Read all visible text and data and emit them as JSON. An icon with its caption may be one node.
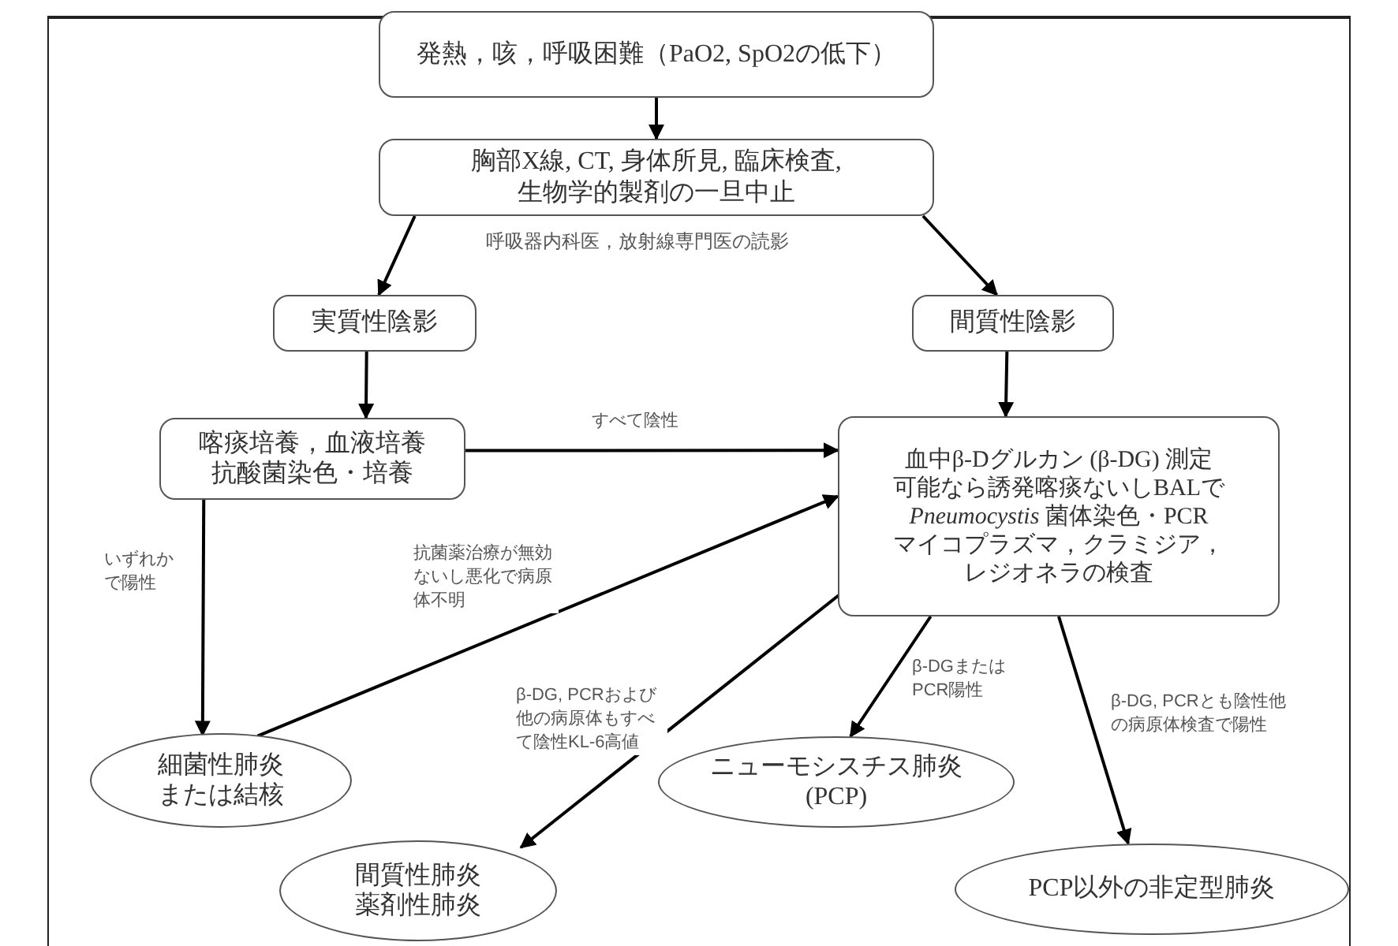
{
  "diagram": {
    "nodes": [
      {
        "text": [
          "発熱，咳，呼吸困難（PaO2, SpO2の低下）"
        ]
      },
      {
        "text": [
          "胸部X線, CT, 身体所見, 臨床検査, 生物学的製剤の一旦中止"
        ]
      },
      {
        "text": [
          "実質性陰影"
        ]
      },
      {
        "text": [
          "間質性陰影"
        ]
      },
      {
        "text": [
          "喀痰培養，血液培養抗酸菌染色・培養"
        ]
      },
      {
        "text": [
          "血中β-Dグルカン (β-DG) 測定",
          "可能なら誘発喀痰ないしBALで",
          "*Pneumocystis* 菌体染色・PCR",
          "マイコプラズマ，クラミジア，レジオネラの検査"
        ]
      },
      {
        "text": [
          "細菌性肺炎または結核"
        ]
      },
      {
        "text": [
          "間質性肺炎薬剤性肺炎"
        ]
      },
      {
        "text": [
          "ニューモシスチス肺炎 (PCP)"
        ]
      },
      {
        "text": [
          "PCP以外の非定型肺炎"
        ]
      }
    ],
    "edges": [
      {
        "from": 0,
        "to": 1,
        "arrow": "to"
      },
      {
        "from": 1,
        "to": 2,
        "arrow": "to"
      },
      {
        "from": 1,
        "to": 3,
        "arrow": "to"
      },
      {
        "from": 2,
        "to": 4,
        "arrow": "to"
      },
      {
        "from": 3,
        "to": 5,
        "arrow": "to"
      },
      {
        "from": 4,
        "to": 5,
        "arrow": "to",
        "label": "すべて陰性"
      },
      {
        "from": 4,
        "to": 6,
        "arrow": "to",
        "label": "いずれかで陽性"
      },
      {
        "from": 6,
        "to": 5,
        "arrow": "to",
        "label": "抗菌薬治療が無効ないし悪化で病原体不明"
      },
      {
        "from": 5,
        "to": 7,
        "arrow": "to",
        "label": "β-DG, PCRおよび他の病原体もすべて陰性KL-6高値"
      },
      {
        "from": 5,
        "to": 8,
        "arrow": "to",
        "label": "β-DGまたはPCR陽性"
      },
      {
        "from": 5,
        "to": 9,
        "arrow": "to",
        "label": "β-DG, PCRとも陰性他の病原体検査で陽性"
      }
    ],
    "labels": [
      "呼吸器内科医，放射線専門医の読影"
    ]
  }
}
